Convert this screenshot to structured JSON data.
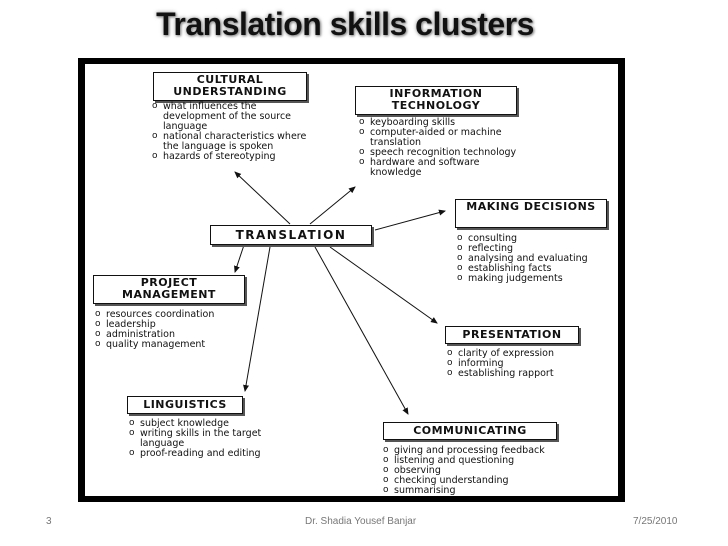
{
  "title": "Translation skills clusters",
  "diagram": {
    "center": "TRANSLATION",
    "clusters": [
      {
        "id": "cultural",
        "heading": "CULTURAL UNDERSTANDING",
        "items": [
          "what influences the development of the source language",
          "national characteristics where the language is spoken",
          "hazards of stereotyping"
        ]
      },
      {
        "id": "it",
        "heading": "INFORMATION TECHNOLOGY",
        "items": [
          "keyboarding skills",
          "computer-aided or machine translation",
          "speech recognition technology",
          "hardware and software knowledge"
        ]
      },
      {
        "id": "decisions",
        "heading": "MAKING DECISIONS",
        "items": [
          "consulting",
          "reflecting",
          "analysing and evaluating",
          "establishing facts",
          "making judgements"
        ]
      },
      {
        "id": "project",
        "heading": "PROJECT MANAGEMENT",
        "items": [
          "resources coordination",
          "leadership",
          "administration",
          "quality management"
        ]
      },
      {
        "id": "presentation",
        "heading": "PRESENTATION",
        "items": [
          "clarity of expression",
          "informing",
          "establishing rapport"
        ]
      },
      {
        "id": "linguistics",
        "heading": "LINGUISTICS",
        "items": [
          "subject knowledge",
          "writing skills in the target language",
          "proof-reading and editing"
        ]
      },
      {
        "id": "communicating",
        "heading": "COMMUNICATING",
        "items": [
          "giving and processing feedback",
          "listening and questioning",
          "observing",
          "checking understanding",
          "summarising"
        ]
      }
    ]
  },
  "footer": {
    "slide_number": "3",
    "author": "Dr. Shadia Yousef Banjar",
    "date": "7/25/2010"
  }
}
